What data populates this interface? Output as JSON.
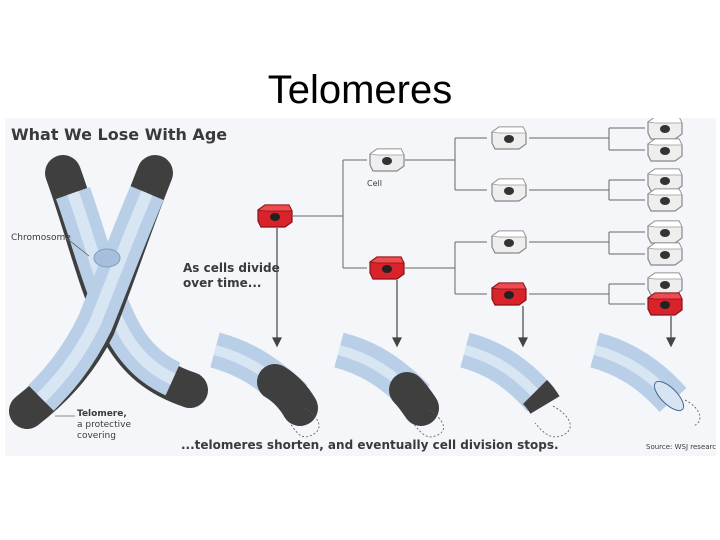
{
  "slide_title": "Telomeres",
  "figure": {
    "heading": "What We Lose With Age",
    "chromosome_label": "Chromosome",
    "telomere_label": [
      "Telomere,",
      "a protective",
      "covering"
    ],
    "cell_label": "Cell",
    "divide_label": [
      "As cells divide",
      "over time..."
    ],
    "caption": "...telomeres shorten, and eventually cell division stops.",
    "source": "Source: WSJ research"
  },
  "colors": {
    "chromosome": "#b9cfe8",
    "telomere": "#3f3f3f",
    "cell_red": "#d8232a",
    "cell_white": "#eeeeee",
    "connector": "#666666"
  }
}
